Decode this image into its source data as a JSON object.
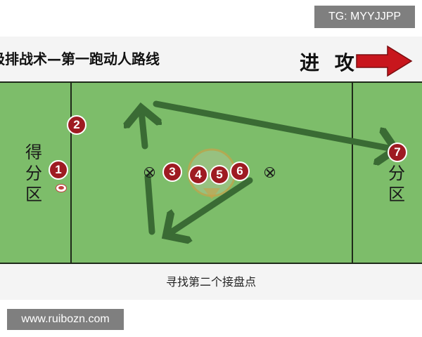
{
  "watermark_top": "TG: MYYJJPP",
  "title": "极排战术—第一跑动人路线",
  "attack_label": "进 攻",
  "endzones": {
    "left_label": [
      "得",
      "分",
      "区"
    ],
    "right_label": [
      "分",
      "区"
    ]
  },
  "players": [
    "1",
    "2",
    "3",
    "4",
    "5",
    "6",
    "7"
  ],
  "caption": "寻找第二个接盘点",
  "watermark_bottom": "www.ruibozn.com",
  "colors": {
    "field": "#7dbd6a",
    "player": "#9e1b22",
    "path": "#3a6b34",
    "attack_arrow": "#c8161d"
  }
}
